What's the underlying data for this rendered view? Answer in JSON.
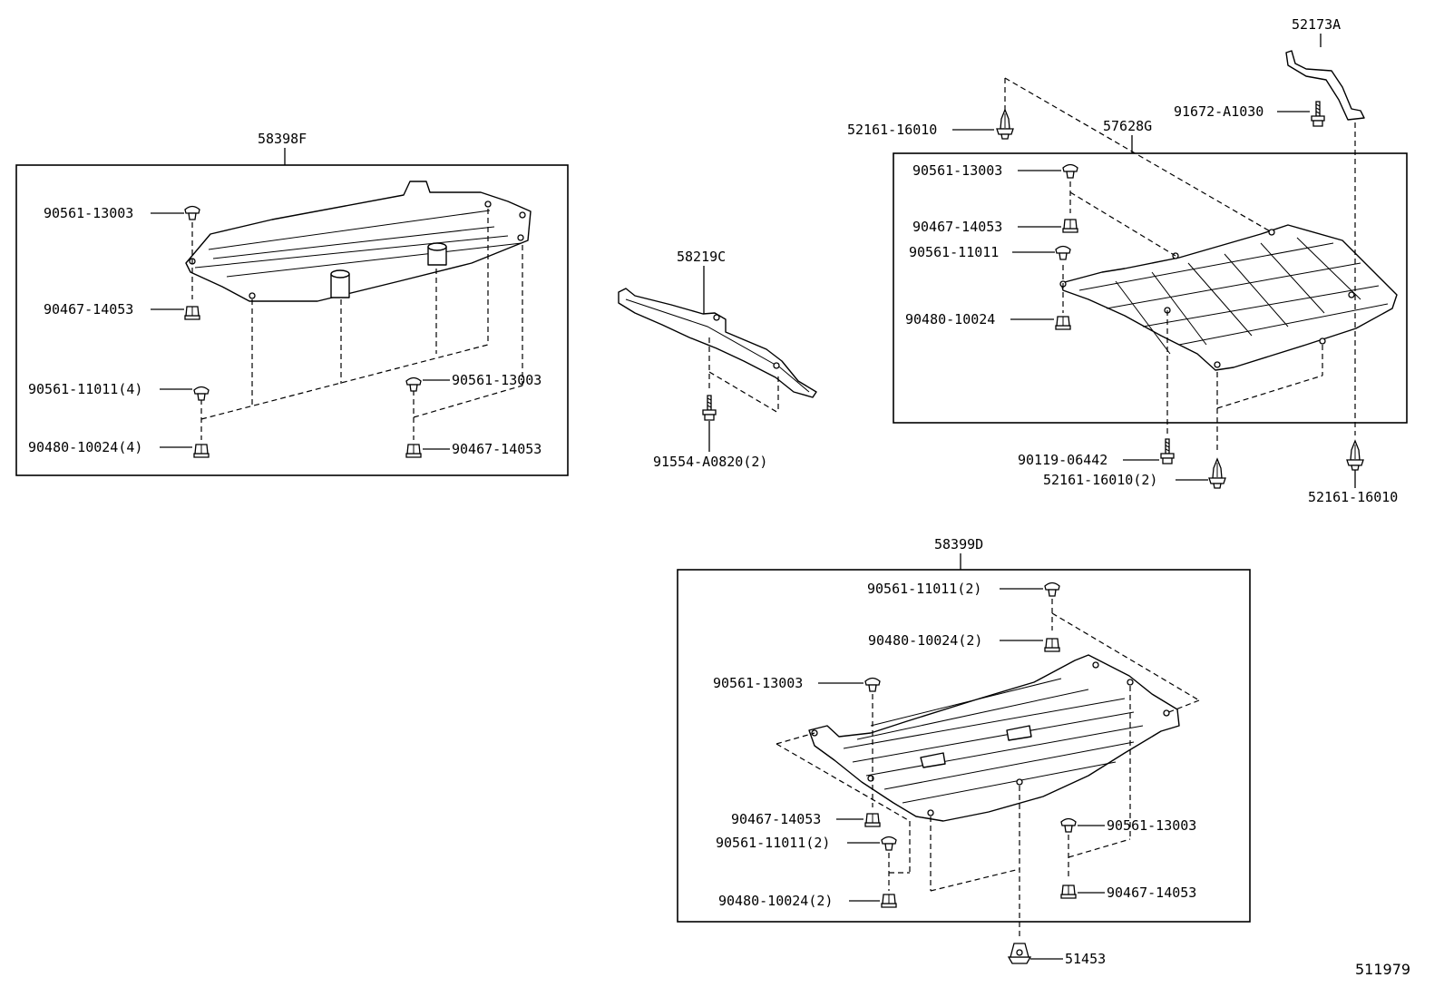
{
  "figure_id": "511979",
  "assemblies": {
    "a58398F": "58398F",
    "a58219C": "58219C",
    "a57628G": "57628G",
    "a58399D": "58399D",
    "a52173A": "52173A"
  },
  "left_box": {
    "l1": "90561-13003",
    "l2": "90467-14053",
    "l3": "90561-11011(4)",
    "l4": "90480-10024(4)",
    "l5": "90561-13003",
    "l6": "90467-14053"
  },
  "middle": {
    "l1": "91554-A0820(2)"
  },
  "right_box": {
    "out1": "52161-16010",
    "out2": "91672-A1030",
    "l1": "90561-13003",
    "l2": "90467-14053",
    "l3": "90561-11011",
    "l4": "90480-10024",
    "out3": "90119-06442",
    "out4": "52161-16010(2)",
    "out5": "52161-16010"
  },
  "bottom_box": {
    "l1": "90561-11011(2)",
    "l2": "90480-10024(2)",
    "l3": "90561-13003",
    "l4": "90467-14053",
    "l5": "90561-11011(2)",
    "l6": "90480-10024(2)",
    "l7": "90561-13003",
    "l8": "90467-14053",
    "out1": "51453"
  }
}
